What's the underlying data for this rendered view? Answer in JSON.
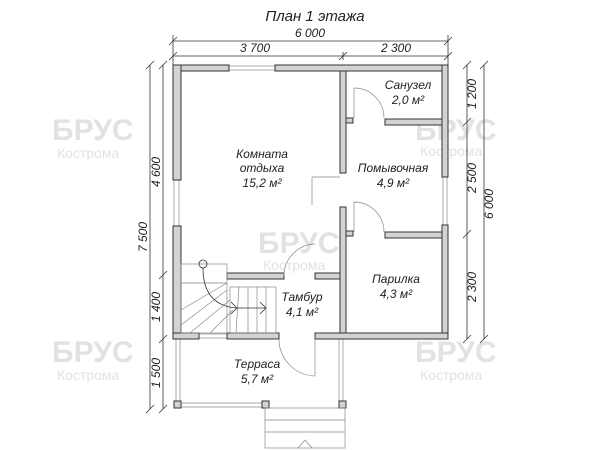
{
  "title": "План 1 этажа",
  "watermark": {
    "brand": "БРУС",
    "city": "Кострома"
  },
  "dimensions": {
    "top_total": "6 000",
    "top_left": "3 700",
    "top_right": "2 300",
    "left_total": "7 500",
    "left_1": "4 600",
    "left_2": "1 400",
    "left_3": "1 500",
    "right_total": "6 000",
    "right_1": "1 200",
    "right_2": "2 500",
    "right_3": "2 300"
  },
  "rooms": [
    {
      "name_line1": "Комната",
      "name_line2": "отдыха",
      "area": "15,2 м²"
    },
    {
      "name_line1": "Санузел",
      "area": "2,0 м²"
    },
    {
      "name_line1": "Помывочная",
      "area": "4,9 м²"
    },
    {
      "name_line1": "Парилка",
      "area": "4,3 м²"
    },
    {
      "name_line1": "Тамбур",
      "area": "4,1 м²"
    },
    {
      "name_line1": "Терраса",
      "area": "5,7 м²"
    }
  ]
}
